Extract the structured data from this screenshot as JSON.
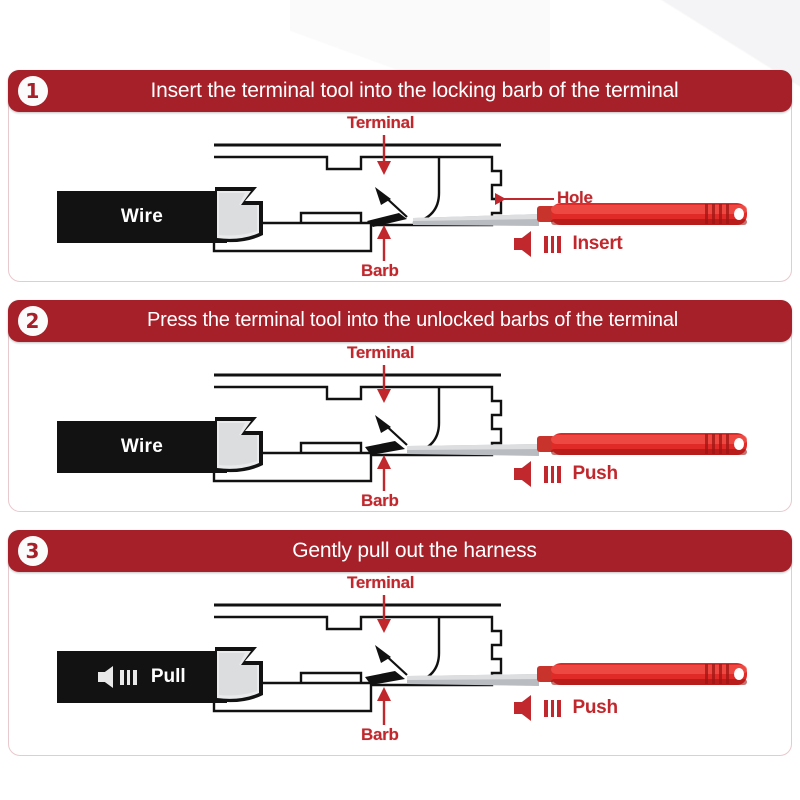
{
  "page": {
    "background": "#ffffff",
    "accent_red": "#a52029",
    "label_red": "#c0282d",
    "card_border": "#e8c9ce"
  },
  "steps": [
    {
      "number": "1",
      "title": "Insert the terminal tool into the locking barb of the terminal",
      "title_align": "center",
      "labels": {
        "terminal": "Terminal",
        "barb": "Barb",
        "hole": "Hole"
      },
      "wire_label": "Wire",
      "action": "Insert",
      "action_direction": "left"
    },
    {
      "number": "2",
      "title": "Press the terminal tool into the unlocked barbs of the terminal",
      "title_align": "center",
      "labels": {
        "terminal": "Terminal",
        "barb": "Barb"
      },
      "wire_label": "Wire",
      "action": "Push",
      "action_direction": "left"
    },
    {
      "number": "3",
      "title": "Gently pull out the harness",
      "title_align": "center",
      "labels": {
        "terminal": "Terminal",
        "barb": "Barb"
      },
      "wire_label": "Pull",
      "wire_has_arrow": true,
      "action": "Push",
      "action_direction": "left"
    }
  ]
}
